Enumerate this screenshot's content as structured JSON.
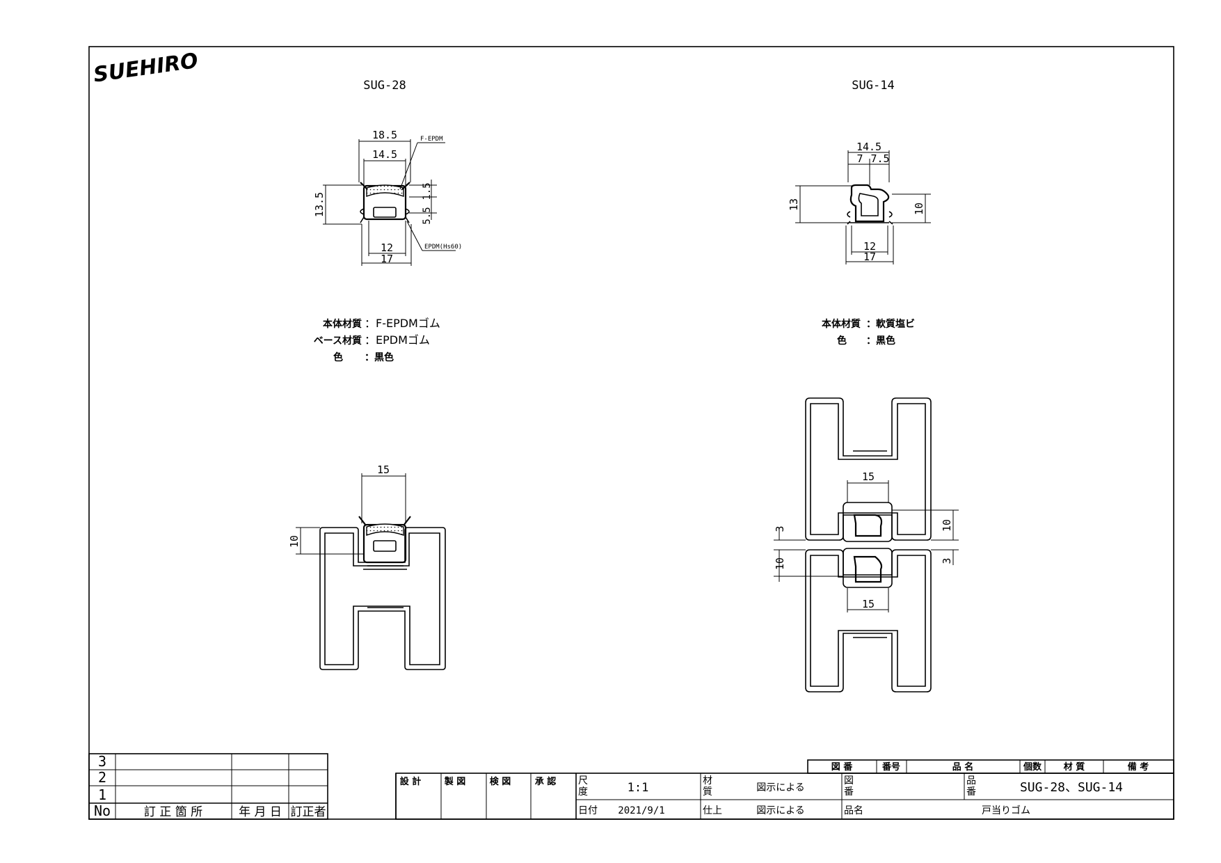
{
  "logo_text": "SUEHIRO",
  "titles": {
    "left": "SUG-28",
    "right": "SUG-14"
  },
  "sug28": {
    "dims": {
      "top_outer": "18.5",
      "top_inner": "14.5",
      "height": "13.5",
      "lip": "1.5",
      "base_h": "5.5",
      "bottom_inner": "12",
      "bottom_outer": "17"
    },
    "callouts": {
      "top": "F-EPDM",
      "bottom": "EPDM(Hs60)"
    },
    "specs": [
      {
        "label": "本体材質",
        "value": "：F-EPDMゴム"
      },
      {
        "label": "ベース材質",
        "value": "：EPDMゴム"
      },
      {
        "label": "色",
        "value": "：黒色"
      }
    ],
    "install": {
      "width": "15",
      "gap": "10"
    }
  },
  "sug14": {
    "dims": {
      "top_outer": "14.5",
      "top_a": "7",
      "top_b": "7.5",
      "height": "13",
      "right_h": "10",
      "bottom_inner": "12",
      "bottom_outer": "17"
    },
    "specs": [
      {
        "label": "本体材質",
        "value": "：軟質塩ビ"
      },
      {
        "label": "色",
        "value": "：黒色"
      }
    ],
    "install": {
      "w_top": "15",
      "w_bottom": "15",
      "gap_l1": "3",
      "gap_l2": "10",
      "gap_r1": "10",
      "gap_r2": "3"
    }
  },
  "revision_table": {
    "rows": [
      "3",
      "2",
      "1"
    ],
    "header": {
      "no": "No",
      "place": "訂 正 箇 所",
      "date": "年 月 日",
      "by": "訂正者"
    }
  },
  "title_block": {
    "approvals": [
      "設 計",
      "製 図",
      "検 図",
      "承 認"
    ],
    "parts_header": [
      "図 番",
      "番号",
      "品 名",
      "個数",
      "材 質",
      "備 考"
    ],
    "scale_label": "尺\n度",
    "scale_value": "1:1",
    "date_label": "日付",
    "date_value": "2021/9/1",
    "material_label": "材\n質",
    "material_value": "図示による",
    "finish_label": "仕上",
    "finish_value": "図示による",
    "drawing_no_label": "図\n番",
    "product_no_label": "品\n番",
    "product_no_value": "SUG-28、SUG-14",
    "product_name_label": "品名",
    "product_name_value": "戸当りゴム"
  }
}
